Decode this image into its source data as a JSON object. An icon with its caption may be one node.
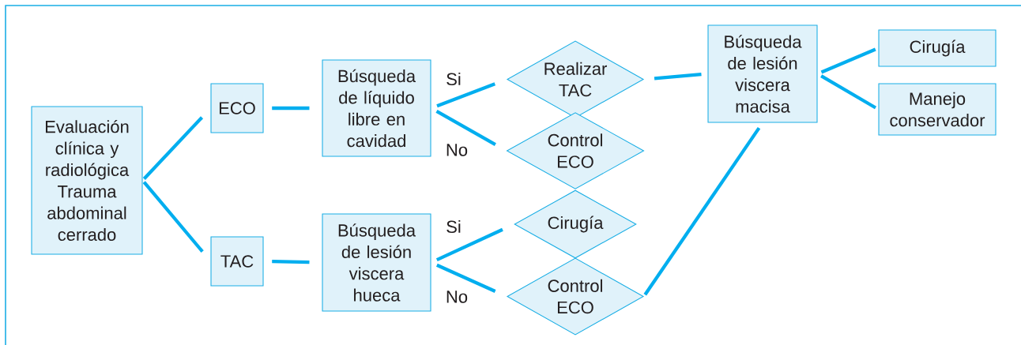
{
  "diagram": {
    "nodes": [
      {
        "text": [
          "Evaluación clínica y radiológica Trauma abdominal cerrado"
        ]
      },
      {
        "text": [
          "ECO"
        ]
      },
      {
        "text": [
          "TAC"
        ]
      },
      {
        "text": [
          "Búsqueda de líquido libre en cavidad"
        ]
      },
      {
        "text": [
          "Búsqueda de lesión viscera hueca"
        ]
      },
      {
        "text": [
          "Realizar TAC"
        ]
      },
      {
        "text": [
          "Control ECO"
        ]
      },
      {
        "text": [
          "Cirugía"
        ]
      },
      {
        "text": [
          "Control ECO"
        ]
      },
      {
        "text": [
          "Búsqueda de lesión viscera macisa"
        ]
      },
      {
        "text": [
          "Cirugía"
        ]
      },
      {
        "text": [
          "Manejo conservador"
        ]
      }
    ],
    "edges": [
      {
        "from": 0,
        "to": 1,
        "arrow": "none"
      },
      {
        "from": 0,
        "to": 2,
        "arrow": "none"
      },
      {
        "from": 1,
        "to": 3,
        "arrow": "none"
      },
      {
        "from": 2,
        "to": 4,
        "arrow": "none"
      },
      {
        "from": 3,
        "to": 5,
        "arrow": "none",
        "label": "Si"
      },
      {
        "from": 3,
        "to": 6,
        "arrow": "none",
        "label": "No"
      },
      {
        "from": 4,
        "to": 7,
        "arrow": "none",
        "label": "Si"
      },
      {
        "from": 4,
        "to": 8,
        "arrow": "none",
        "label": "No"
      },
      {
        "from": 5,
        "to": 9,
        "arrow": "none"
      },
      {
        "from": 8,
        "to": 9,
        "arrow": "none"
      },
      {
        "from": 9,
        "to": 10,
        "arrow": "none"
      },
      {
        "from": 9,
        "to": 11,
        "arrow": "none"
      }
    ]
  }
}
